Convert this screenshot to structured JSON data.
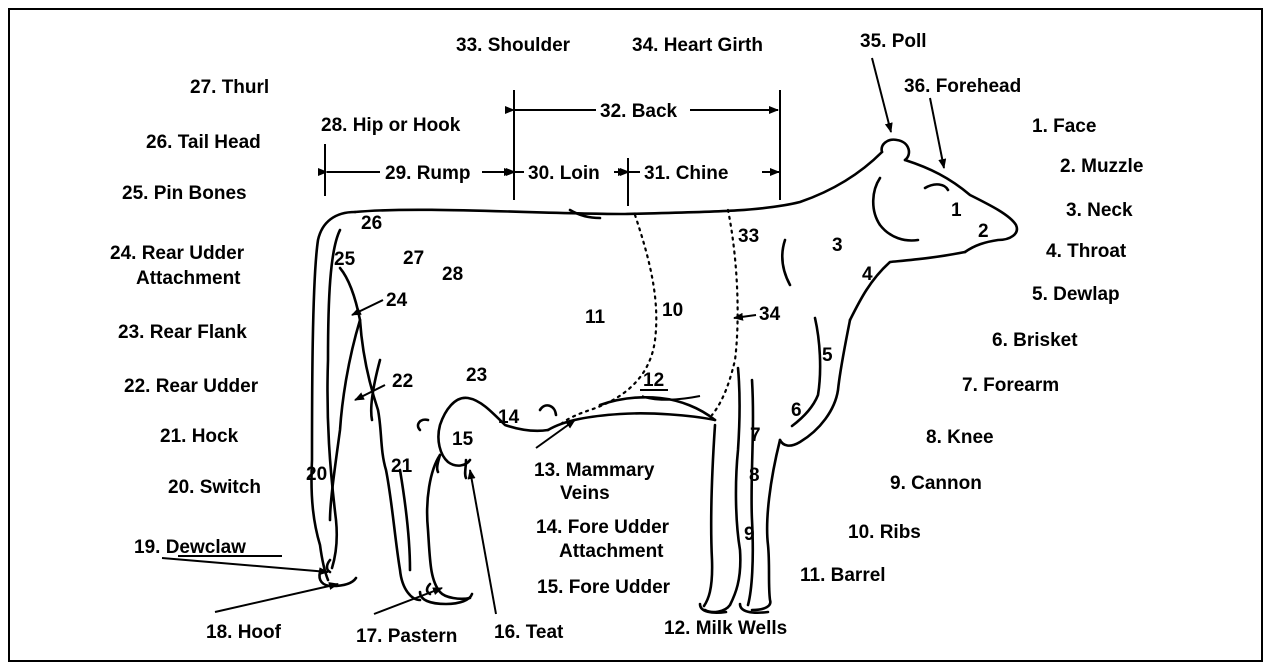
{
  "labels": {
    "l1": "1. Face",
    "l2": "2. Muzzle",
    "l3": "3. Neck",
    "l4": "4. Throat",
    "l5": "5. Dewlap",
    "l6": "6. Brisket",
    "l7": "7. Forearm",
    "l8": "8. Knee",
    "l9": "9. Cannon",
    "l10": "10. Ribs",
    "l11": "11. Barrel",
    "l12": "12. Milk Wells",
    "l13a": "13. Mammary",
    "l13b": "Veins",
    "l14a": "14. Fore Udder",
    "l14b": "Attachment",
    "l15": "15. Fore Udder",
    "l16": "16. Teat",
    "l17": "17. Pastern",
    "l18": "18. Hoof",
    "l19": "19. Dewclaw",
    "l20": "20. Switch",
    "l21": "21. Hock",
    "l22": "22. Rear Udder",
    "l23": "23. Rear Flank",
    "l24a": "24. Rear Udder",
    "l24b": "Attachment",
    "l25": "25. Pin Bones",
    "l26": "26. Tail Head",
    "l27": "27. Thurl",
    "l28": "28. Hip or Hook",
    "l29": "29. Rump",
    "l30": "30. Loin",
    "l31": "31. Chine",
    "l32": "32. Back",
    "l33": "33. Shoulder",
    "l34": "34. Heart Girth",
    "l35": "35. Poll",
    "l36": "36. Forehead"
  },
  "markers": {
    "m1": "1",
    "m2": "2",
    "m3": "3",
    "m4": "4",
    "m5": "5",
    "m6": "6",
    "m7": "7",
    "m8": "8",
    "m9": "9",
    "m10": "10",
    "m11": "11",
    "m12": "12",
    "m14": "14",
    "m15": "15",
    "m20": "20",
    "m21": "21",
    "m22": "22",
    "m23": "23",
    "m24": "24",
    "m25": "25",
    "m26": "26",
    "m27": "27",
    "m28": "28",
    "m33": "33",
    "m34": "34"
  }
}
